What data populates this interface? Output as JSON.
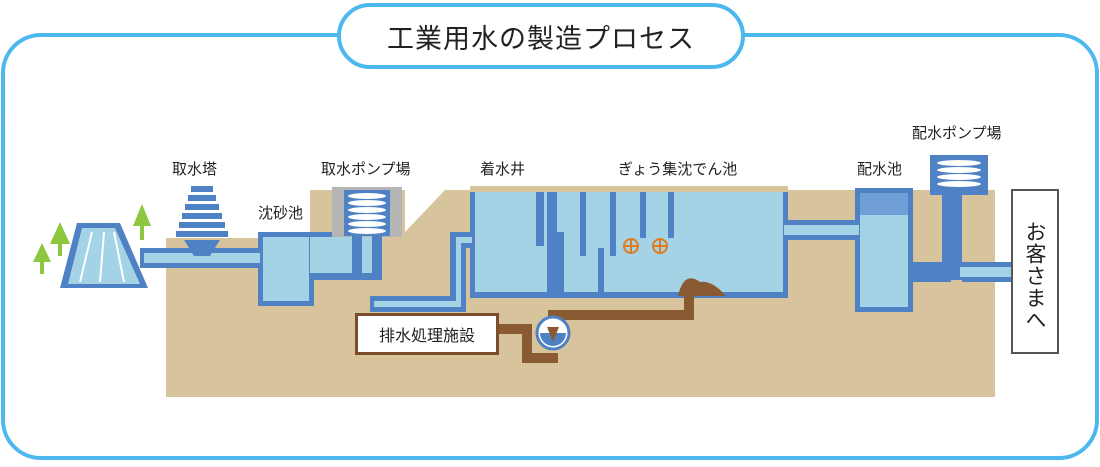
{
  "title": "工業用水の製造プロセス",
  "labels": {
    "intake_tower": "取水塔",
    "sand_basin": "沈砂池",
    "intake_pump": "取水ポンプ場",
    "receiving_well": "着水井",
    "coagulation": "ぎょう集沈でん池",
    "distribution_reservoir": "配水池",
    "distribution_pump": "配水ポンプ場",
    "drainage_facility": "排水処理施設",
    "customer": "お客さまへ"
  },
  "colors": {
    "frame": "#4cb8ee",
    "ground": "#d7c49d",
    "water": "#a3d3e4",
    "pipe": "#4f82c4",
    "tree": "#8dc63f",
    "sludge": "#8a5a32"
  },
  "icons": [
    "tree-icon",
    "dam-icon",
    "intake-tower-icon",
    "pump-icon",
    "stirrer-icon",
    "sludge-pump-icon"
  ]
}
